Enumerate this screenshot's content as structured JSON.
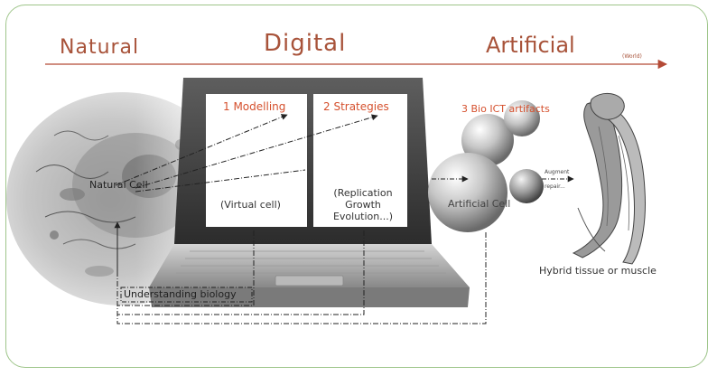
{
  "headers": {
    "natural": "Natural",
    "digital": "Digital",
    "artificial": "Artificial",
    "axis_label": "(World)"
  },
  "screens": {
    "left_title": "1 Modelling",
    "right_title": "2 Strategies",
    "left_caption": "(Virtual cell)",
    "right_caption_lines": [
      "(Replication",
      "Growth",
      "Evolution...)"
    ]
  },
  "labels": {
    "natural_cell": "Natural Cell",
    "bio_ict": "3 Bio ICT artifacts",
    "artificial_cell": "Artificial Cell",
    "augment": "Augment",
    "repair": "repair...",
    "hybrid": "Hybrid tissue or muscle",
    "understanding": "Understanding biology"
  },
  "colors": {
    "frame": "#9ec58a",
    "header": "#a8533a",
    "accent": "#d5502d",
    "arrow": "#b44a36"
  }
}
